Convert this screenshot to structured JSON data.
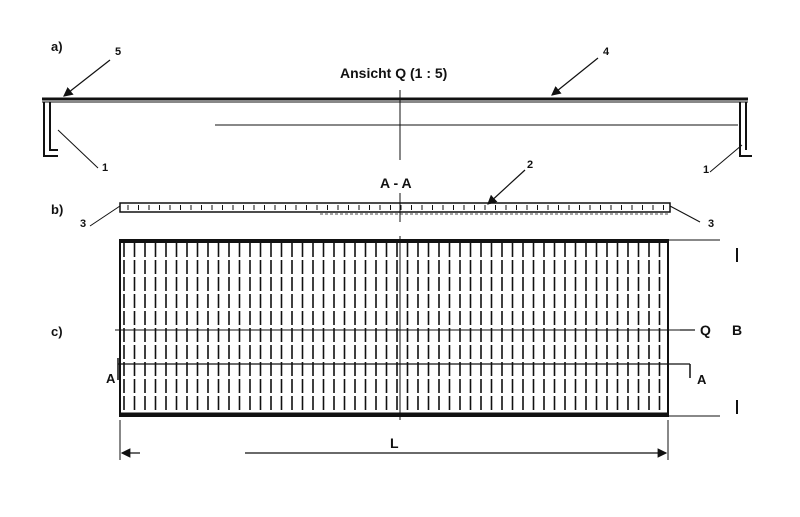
{
  "labels": {
    "panel_a": "a)",
    "panel_b": "b)",
    "panel_c": "c)",
    "view_title": "Ansicht Q  (1 : 5)",
    "section_title": "A - A",
    "part_1_left": "1",
    "part_1_right": "1",
    "part_2": "2",
    "part_3_left": "3",
    "part_3_right": "3",
    "part_4": "4",
    "part_5": "5",
    "section_a_left": "A",
    "section_a_right": "A",
    "view_q": "Q",
    "dim_b": "B",
    "dim_l": "L"
  },
  "colors": {
    "ink": "#111111",
    "paper": "#ffffff"
  }
}
